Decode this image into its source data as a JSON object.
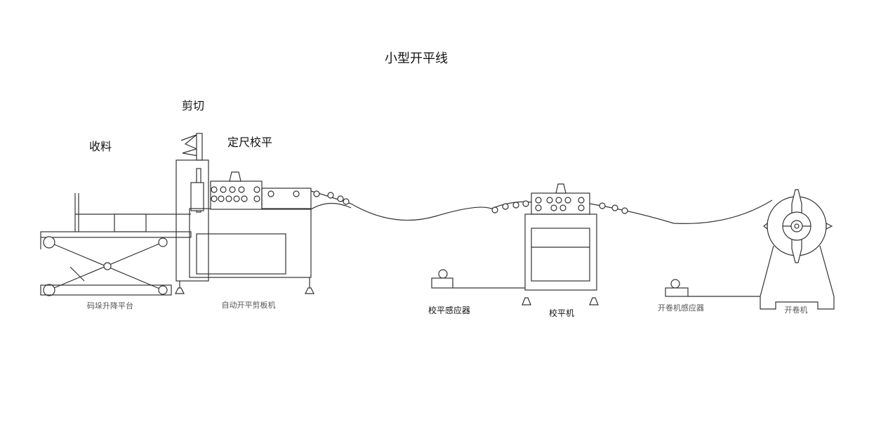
{
  "title": "小型开平线",
  "labels": {
    "shear": "剪切",
    "receive": "收料",
    "cut_to_length_leveling": "定尺校平",
    "stacking_lift_platform": "码垛升降平台",
    "auto_cut_to_length_machine": "自动开平剪板机",
    "leveler_sensor": "校平感应器",
    "leveler": "校平机",
    "uncoiler_sensor": "开卷机感应器",
    "uncoiler": "开卷机"
  }
}
